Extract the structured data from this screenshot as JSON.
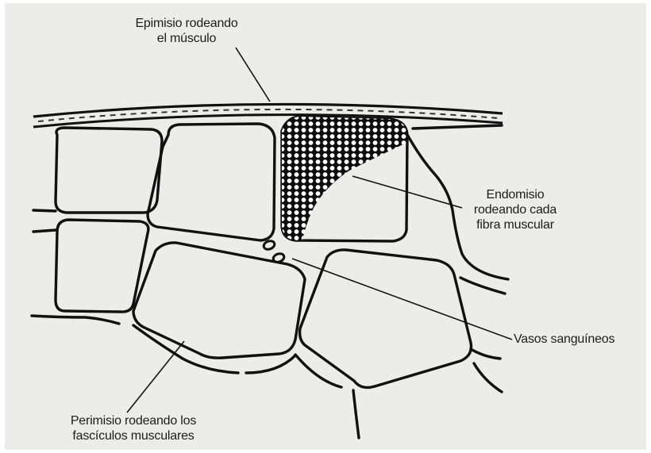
{
  "labels": {
    "epimysium": [
      "Epimisio rodeando",
      "el músculo"
    ],
    "endomysium": [
      "Endomisio",
      "rodeando cada",
      "fibra muscular"
    ],
    "blood_vessels": [
      "Vasos sanguíneos"
    ],
    "perimysium": [
      "Perimisio rodeando los",
      "fascículos musculares"
    ]
  },
  "colors": {
    "background": "#ececea",
    "ink": "#111111",
    "text": "#1c1c1c"
  }
}
